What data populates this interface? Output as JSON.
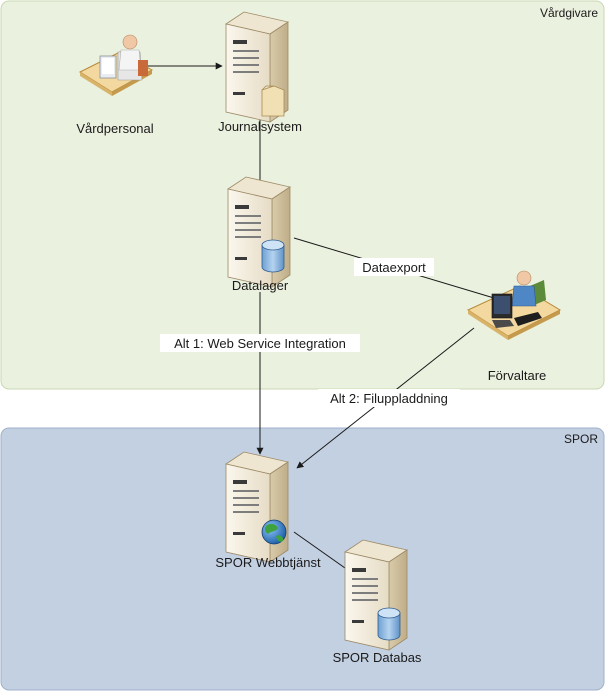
{
  "zones": {
    "vardgivare": {
      "title": "Vårdgivare",
      "fill": "#ebf1df",
      "stroke": "#c9d8b3"
    },
    "spor": {
      "title": "SPOR",
      "fill": "#c3d0e2",
      "stroke": "#9fb1ca"
    }
  },
  "nodes": {
    "vardpersonal": {
      "label": "Vårdpersonal",
      "icon": "user-at-desk-icon"
    },
    "journalsystem": {
      "label": "Journalsystem",
      "icon": "server-with-document-icon"
    },
    "datalager": {
      "label": "Datalager",
      "icon": "server-with-database-icon"
    },
    "forvaltare": {
      "label": "Förvaltare",
      "icon": "admin-at-workstation-icon"
    },
    "spor_webbtjanst": {
      "label": "SPOR Webbtjänst",
      "icon": "server-with-globe-icon"
    },
    "spor_databas": {
      "label": "SPOR Databas",
      "icon": "server-with-database-icon"
    }
  },
  "edges": {
    "dataexport": {
      "label": "Dataexport"
    },
    "alt1": {
      "label": "Alt 1: Web Service Integration"
    },
    "alt2": {
      "label": "Alt 2: Filuppladdning"
    }
  },
  "colors": {
    "line": "#1a1a1a",
    "server_light": "#f5efe0",
    "server_mid": "#ddd0b3",
    "server_dark": "#b8a684",
    "database": "#8fb7e0",
    "globe": "#2f7cc9",
    "land": "#3ea23e"
  }
}
